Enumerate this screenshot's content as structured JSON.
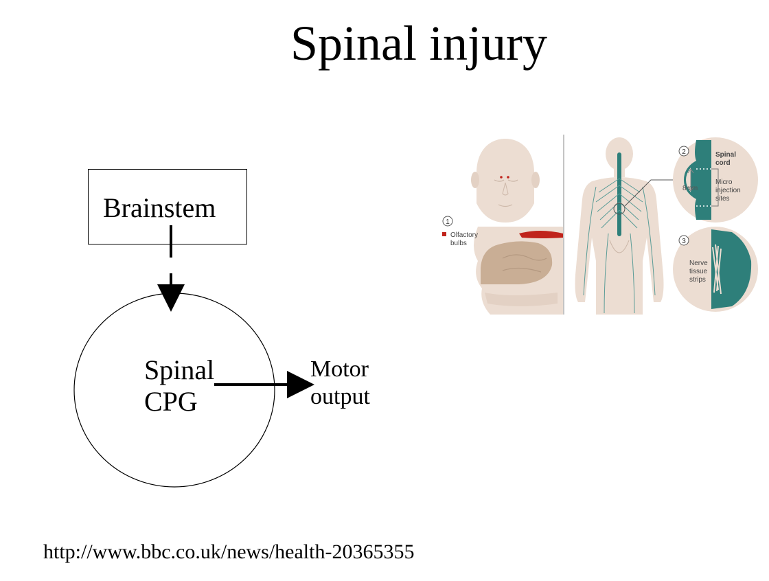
{
  "slide": {
    "title": "Spinal injury",
    "source_url": "http://www.bbc.co.uk/news/health-20365355"
  },
  "diagram": {
    "box_label": "Brainstem",
    "circle_label_line1": "Spinal",
    "circle_label_line2": "CPG",
    "output_label_line1": "Motor",
    "output_label_line2": "output"
  },
  "illustration": {
    "step1_number": "1",
    "step1_label_line1": "Olfactory",
    "step1_label_line2": "bulbs",
    "step2_number": "2",
    "step2_title_line1": "Spinal",
    "step2_title_line2": "cord",
    "step2_measure": "8mm",
    "step2_label_line1": "Micro",
    "step2_label_line2": "injection",
    "step2_label_line3": "sites",
    "step3_number": "3",
    "step3_label_line1": "Nerve",
    "step3_label_line2": "tissue",
    "step3_label_line3": "strips",
    "colors": {
      "teal": "#2e7f7a",
      "skin": "#ecddd2",
      "skin_dark": "#d9c3b2",
      "tissue": "#c9ae95",
      "red": "#c0231b"
    }
  }
}
